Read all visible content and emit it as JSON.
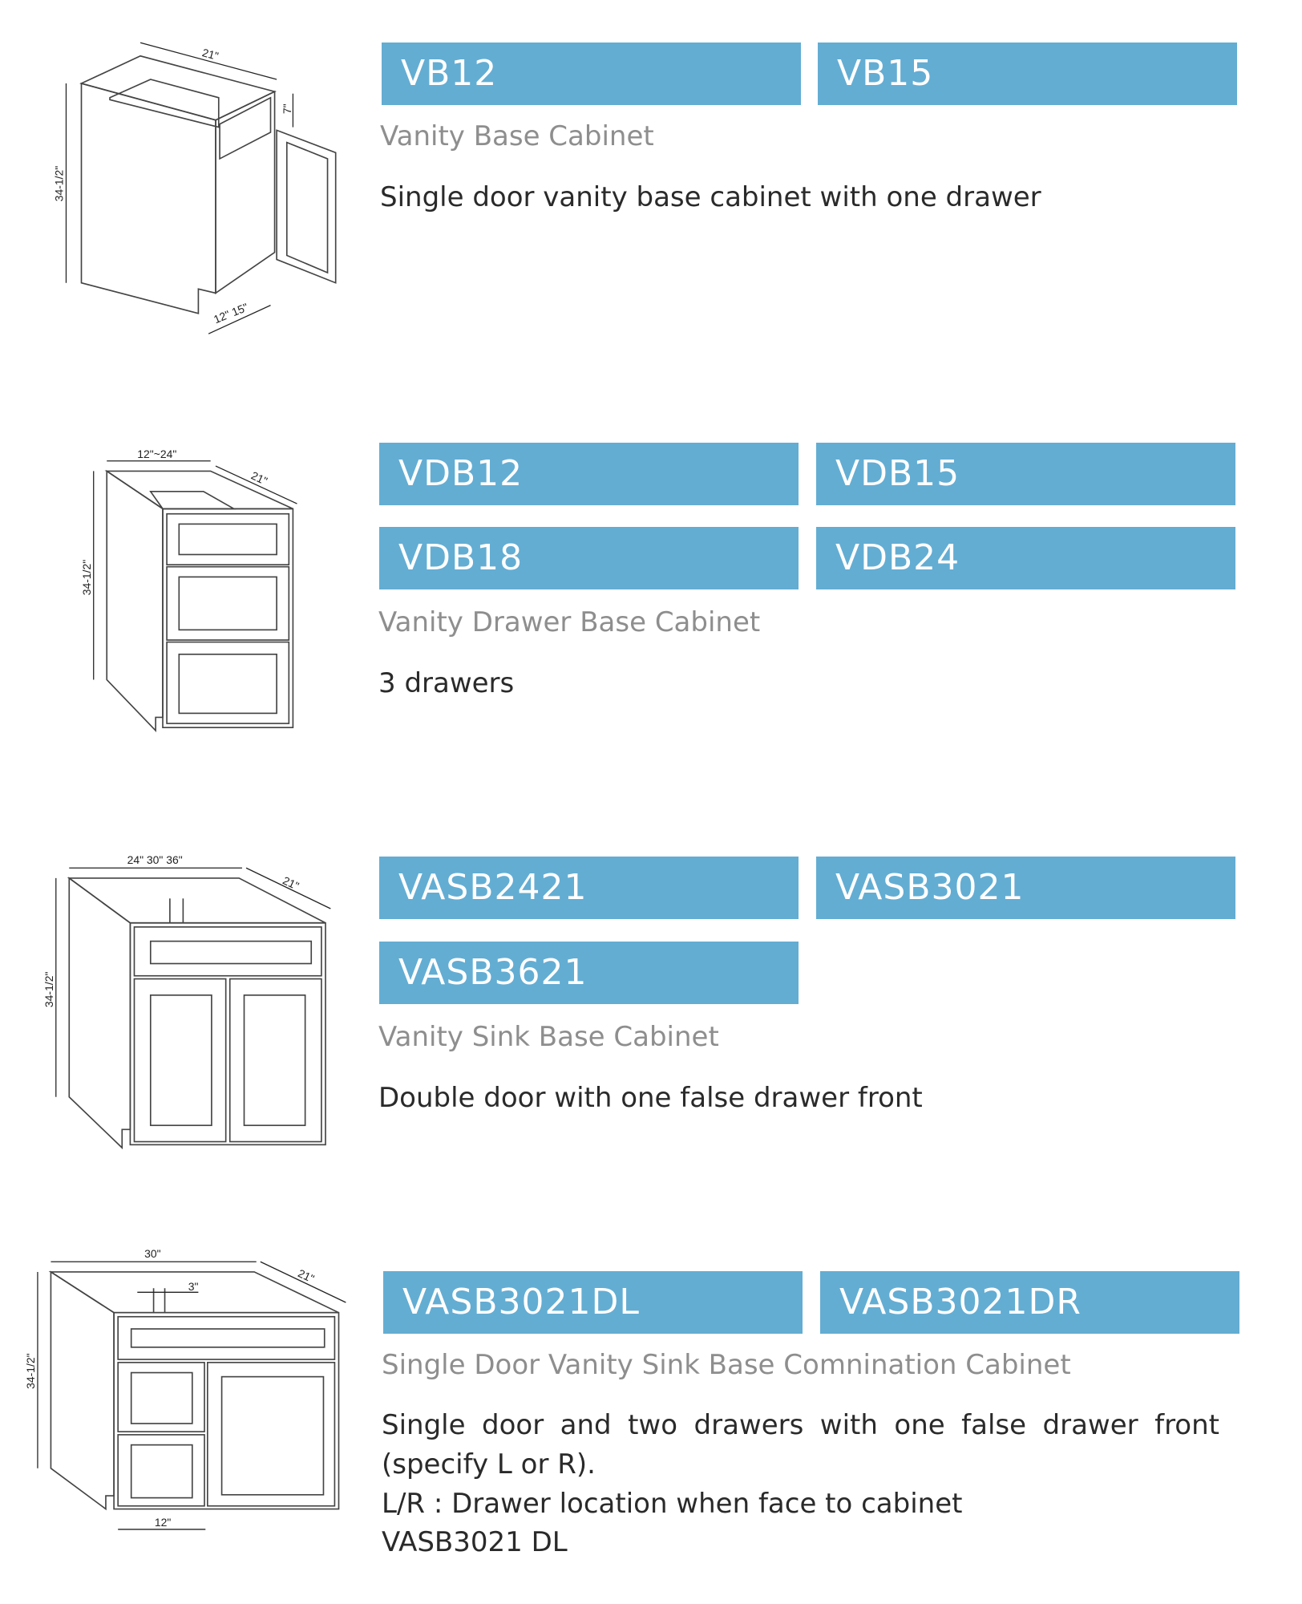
{
  "accent_color": "#63add3",
  "sections": [
    {
      "codes": [
        "VB12",
        "VB15"
      ],
      "title": "Vanity Base Cabinet",
      "description": [
        "Single door vanity base cabinet with one drawer"
      ],
      "drawing": {
        "icon": "vanity-base-cabinet-drawing",
        "dims": [
          "21\"",
          "34-1/2\"",
          "7\"",
          "12\"  15\""
        ]
      }
    },
    {
      "codes": [
        "VDB12",
        "VDB15",
        "VDB18",
        "VDB24"
      ],
      "title": "Vanity Drawer Base Cabinet",
      "description": [
        "3 drawers"
      ],
      "drawing": {
        "icon": "vanity-drawer-base-cabinet-drawing",
        "dims": [
          "12\"~24\"",
          "21\"",
          "34-1/2\""
        ]
      }
    },
    {
      "codes": [
        "VASB2421",
        "VASB3021",
        "VASB3621"
      ],
      "title": "Vanity Sink Base Cabinet",
      "description": [
        "Double door with one false drawer front"
      ],
      "drawing": {
        "icon": "vanity-sink-base-cabinet-drawing",
        "dims": [
          "24\" 30\" 36\"",
          "21\"",
          "34-1/2\""
        ]
      }
    },
    {
      "codes": [
        "VASB3021DL",
        "VASB3021DR"
      ],
      "title": "Single Door Vanity Sink Base  Comnination Cabinet",
      "description": [
        "Single door and two drawers with one false drawer front",
        "(specify L or R).",
        "L/R : Drawer location when face to cabinet",
        "VASB3021 DL"
      ],
      "drawing": {
        "icon": "vanity-sink-base-combination-cabinet-drawing",
        "dims": [
          "30\"",
          "21\"",
          "3\"",
          "12\"",
          "34-1/2\""
        ]
      }
    }
  ]
}
